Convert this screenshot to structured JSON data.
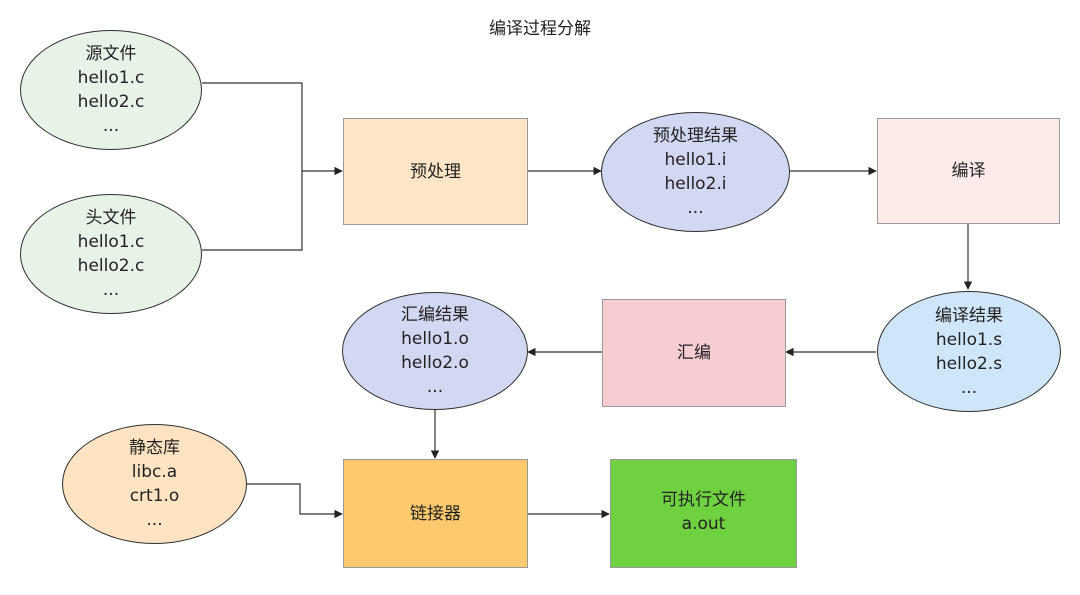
{
  "title": "编译过程分解",
  "nodes": {
    "source_files": {
      "lines": [
        "源文件",
        "hello1.c",
        "hello2.c",
        "..."
      ],
      "fill": "#e6f3e6"
    },
    "header_files": {
      "lines": [
        "头文件",
        "hello1.c",
        "hello2.c",
        "..."
      ],
      "fill": "#e6f3e6"
    },
    "preprocess": {
      "lines": [
        "预处理"
      ],
      "fill": "#fde5c6"
    },
    "preprocess_result": {
      "lines": [
        "预处理结果",
        "hello1.i",
        "hello2.i",
        "..."
      ],
      "fill": "#d3d8f2"
    },
    "compile": {
      "lines": [
        "编译"
      ],
      "fill": "#fdebea"
    },
    "compile_result": {
      "lines": [
        "编译结果",
        "hello1.s",
        "hello2.s",
        "..."
      ],
      "fill": "#cfe6f9"
    },
    "assemble": {
      "lines": [
        "汇编"
      ],
      "fill": "#f7cdd1"
    },
    "assemble_result": {
      "lines": [
        "汇编结果",
        "hello1.o",
        "hello2.o",
        "..."
      ],
      "fill": "#d3d8f2"
    },
    "static_lib": {
      "lines": [
        "静态库",
        "libc.a",
        "crt1.o",
        "..."
      ],
      "fill": "#fde3c2"
    },
    "linker": {
      "lines": [
        "链接器"
      ],
      "fill": "#fcca6c"
    },
    "executable": {
      "lines": [
        "可执行文件",
        "a.out"
      ],
      "fill": "#6fd140"
    }
  },
  "edges": [
    {
      "from": "source_files",
      "to": "preprocess"
    },
    {
      "from": "header_files",
      "to": "preprocess"
    },
    {
      "from": "preprocess",
      "to": "preprocess_result"
    },
    {
      "from": "preprocess_result",
      "to": "compile"
    },
    {
      "from": "compile",
      "to": "compile_result"
    },
    {
      "from": "compile_result",
      "to": "assemble"
    },
    {
      "from": "assemble",
      "to": "assemble_result"
    },
    {
      "from": "assemble_result",
      "to": "linker"
    },
    {
      "from": "static_lib",
      "to": "linker"
    },
    {
      "from": "linker",
      "to": "executable"
    }
  ]
}
